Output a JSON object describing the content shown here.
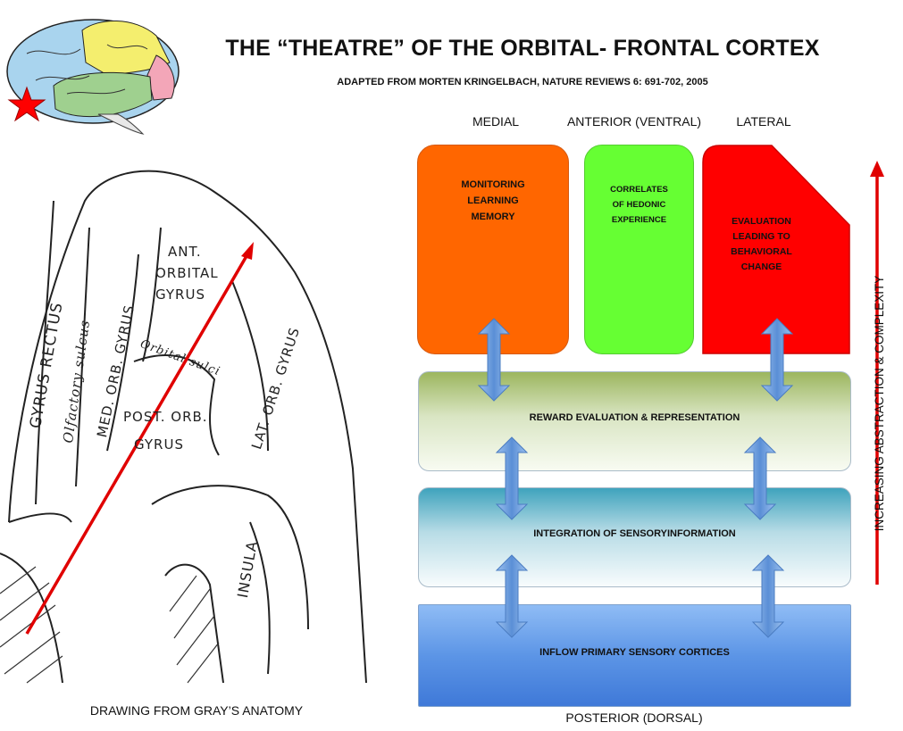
{
  "title": "THE “THEATRE” OF THE ORBITAL- FRONTAL CORTEX",
  "subtitle": "ADAPTED FROM MORTEN KRINGELBACH, NATURE REVIEWS 6: 691-702, 2005",
  "columns": {
    "medial": "MEDIAL",
    "anterior": "ANTERIOR (VENTRAL)",
    "lateral": "LATERAL"
  },
  "top_boxes": {
    "monitoring": [
      "MONITORING",
      "LEARNING",
      "MEMORY"
    ],
    "hedonic": [
      "CORRELATES",
      "OF HEDONIC",
      "EXPERIENCE"
    ],
    "evaluation": [
      "EVALUATION",
      "LEADING TO",
      "BEHAVIORAL",
      "CHANGE"
    ]
  },
  "layers": {
    "reward": "REWARD EVALUATION & REPRESENTATION",
    "integration": "INTEGRATION OF SENSORYINFORMATION",
    "inflow": "INFLOW PRIMARY SENSORY CORTICES"
  },
  "bottom_label": "POSTERIOR (DORSAL)",
  "axis_label": "INCREASING ABSTRACTION & COMPLEXITY",
  "drawing_caption": "DRAWING FROM GRAY’S ANATOMY",
  "anatomy_labels": {
    "gyrus_rectus": "GYRUS RECTUS",
    "olfactory": "Olfactory sulcus",
    "med_orb": "MED. ORB. GYRUS",
    "ant1": "ANT.",
    "ant2": "ORBITAL",
    "ant3": "GYRUS",
    "orbital_sulci": "Orbital sulci",
    "post1": "POST. ORB.",
    "post2": "GYRUS",
    "lat_orb": "LAT. ORB. GYRUS",
    "insula": "INSULA"
  },
  "colors": {
    "monitoring": "#ff6600",
    "hedonic": "#66ff33",
    "evaluation": "#ff0000",
    "arrow_red": "#e00000",
    "double_arrow": "#6f9fd8",
    "brain_frontal": "#a9d4ee",
    "brain_parietal": "#f4ee6e",
    "brain_temporal": "#9fd08f",
    "brain_occipital": "#f3a6b8"
  },
  "icons": {
    "marker": "red-star-icon"
  }
}
